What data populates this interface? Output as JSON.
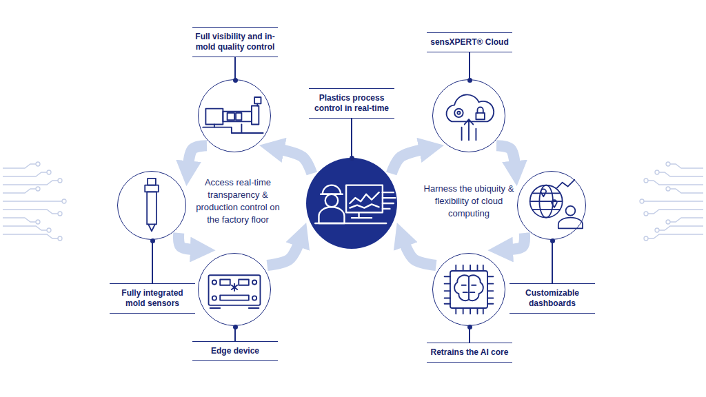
{
  "diagram": {
    "nodes": [
      {
        "text": [
          "Plastics process control in real-time"
        ]
      },
      {
        "text": [
          "Full visibility and in-mold quality control"
        ]
      },
      {
        "text": [
          "Fully integrated mold sensors"
        ]
      },
      {
        "text": [
          "Edge device"
        ]
      },
      {
        "text": [
          "sensXPERT® Cloud"
        ]
      },
      {
        "text": [
          "Customizable dashboards"
        ]
      },
      {
        "text": [
          "Retrains the AI core"
        ]
      }
    ],
    "edges": [
      {
        "from": 0,
        "to": 1,
        "arrow": "to"
      },
      {
        "from": 1,
        "to": 2,
        "arrow": "to"
      },
      {
        "from": 2,
        "to": 3,
        "arrow": "to"
      },
      {
        "from": 3,
        "to": 0,
        "arrow": "to"
      },
      {
        "from": 0,
        "to": 4,
        "arrow": "to"
      },
      {
        "from": 4,
        "to": 5,
        "arrow": "to"
      },
      {
        "from": 5,
        "to": 6,
        "arrow": "to"
      },
      {
        "from": 6,
        "to": 0,
        "arrow": "to"
      }
    ],
    "labels": [
      "Access real-time transparency & production control on the factory floor",
      "Harness the ubiquity & flexibility of cloud computing"
    ]
  }
}
